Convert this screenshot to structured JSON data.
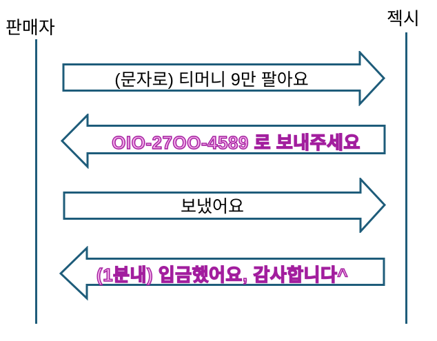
{
  "diagram": {
    "title_hint": "text-message sequence between seller and buyer",
    "actors": [
      {
        "name": "판매자",
        "side": "left"
      },
      {
        "name": "젝시",
        "side": "right"
      }
    ],
    "messages": [
      {
        "text": "(문자로) 티머니 9만 팔아요",
        "direction": "right",
        "from": "판매자",
        "to": "젝시",
        "style": "plain-black"
      },
      {
        "text": "OIO-27OO-4589 로 보내주세요",
        "direction": "left",
        "from": "젝시",
        "to": "판매자",
        "style": "pink-outline"
      },
      {
        "text": "보냈어요",
        "direction": "right",
        "from": "판매자",
        "to": "젝시",
        "style": "plain-black"
      },
      {
        "text": "(1분내) 입금했어요, 감사합니다^",
        "direction": "left",
        "from": "젝시",
        "to": "판매자",
        "style": "pink-outline"
      }
    ],
    "colors": {
      "line": "#1E5C7A",
      "pink_fill": "#F2A8E8",
      "pink_outline": "#A21E9E",
      "text": "#000000",
      "background": "#FFFFFF"
    }
  }
}
